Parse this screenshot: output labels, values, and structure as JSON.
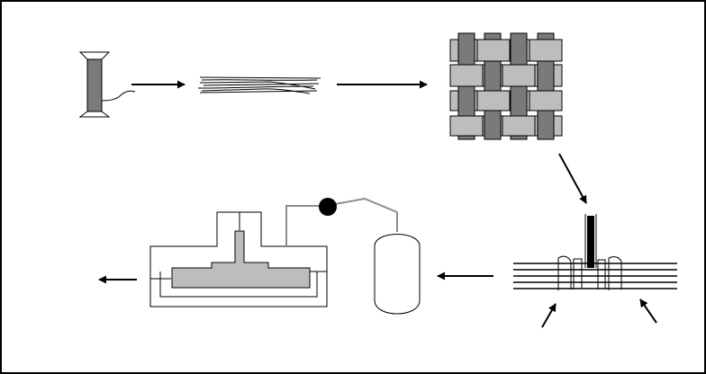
{
  "diagram": {
    "stages": [
      {
        "id": "spool",
        "icon": "thread-spool-icon"
      },
      {
        "id": "fibers",
        "icon": "fiber-strands-icon"
      },
      {
        "id": "woven-fabric",
        "icon": "woven-fabric-icon"
      },
      {
        "id": "stitched-layup",
        "icon": "stitched-preform-icon"
      },
      {
        "id": "resin-container",
        "icon": "resin-tank-icon"
      },
      {
        "id": "valve",
        "icon": "valve-icon"
      },
      {
        "id": "mold",
        "icon": "mold-press-icon"
      }
    ],
    "arrows": [
      {
        "from": "spool",
        "to": "fibers"
      },
      {
        "from": "fibers",
        "to": "woven-fabric"
      },
      {
        "from": "woven-fabric",
        "to": "stitched-layup"
      },
      {
        "from": "stitched-layup",
        "to": "resin-container"
      },
      {
        "from": "mold",
        "to": "output"
      }
    ],
    "colors": {
      "dark_fill": "#7a7a7a",
      "light_fill": "#bdbdbd",
      "stroke": "#000000",
      "pipe": "#8c8c8c",
      "background": "#ffffff"
    }
  }
}
